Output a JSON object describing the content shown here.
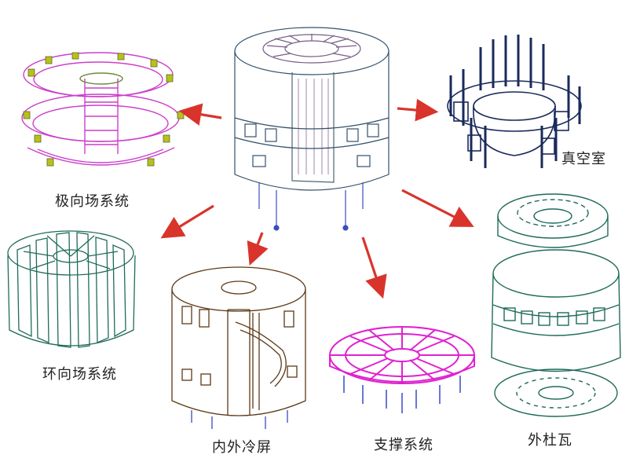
{
  "center": {
    "name": "assembled-device"
  },
  "components": [
    {
      "id": "poloidal",
      "label": "极向场系统",
      "color": "#cc3fcc",
      "accent": "#b8c020"
    },
    {
      "id": "vacuum",
      "label": "真空室",
      "color": "#1a2a5a"
    },
    {
      "id": "toroidal",
      "label": "环向场系统",
      "color": "#1f6b5a"
    },
    {
      "id": "shield",
      "label": "内外冷屏",
      "color": "#5c3a16"
    },
    {
      "id": "support",
      "label": "支撑系统",
      "color": "#e020d0",
      "accent": "#2a3cc8"
    },
    {
      "id": "dewar",
      "label": "外杜瓦",
      "color": "#1f6b5a"
    }
  ],
  "arrow_color": "#d8342c"
}
